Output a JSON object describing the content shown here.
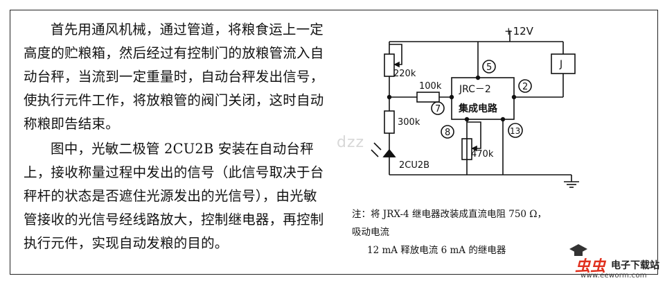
{
  "description": {
    "paragraph1": "首先用通风机械，通过管道，将粮食运上一定高度的贮粮箱，然后经过有控制门的放粮管流入自动台秤，当流到一定重量时，自动台秤发出信号，使执行元件工作，将放粮管的阀门关闭，这时自动称粮即告结束。",
    "paragraph2": "图中，光敏二极管 2CU2B 安装在自动台秤上，接收称量过程中发出的信号（此信号取决于台秤杆的状态是否遮住光源发出的光信号），由光敏管接收的光信号经线路放大，控制继电器，再控制执行元件，实现自动发粮的目的。"
  },
  "circuit": {
    "supply": "+12V",
    "relay": "J",
    "ic_name": "JRC－2",
    "ic_desc": "集成电路",
    "pins": {
      "p5": "5",
      "p2": "2",
      "p7": "7",
      "p8": "8",
      "p13": "13"
    },
    "resistors": {
      "r_pot_top": "220k",
      "r_series": "100k",
      "r_bottom": "300k",
      "r_pot_ic": "470k"
    },
    "diode": "2CU2B"
  },
  "note": {
    "line1": "注：将 JRX-4 继电器改装成直流电阻 750 Ω，吸动电流",
    "line2": "12 mA 释放电流 6 mA 的继电器"
  },
  "watermark": {
    "mid": "dzz",
    "brand": "虫虫",
    "brand_text": "电子下载站",
    "url": "www.eeworm.com"
  },
  "colors": {
    "brand": "#e0301e",
    "ink": "#111111"
  }
}
